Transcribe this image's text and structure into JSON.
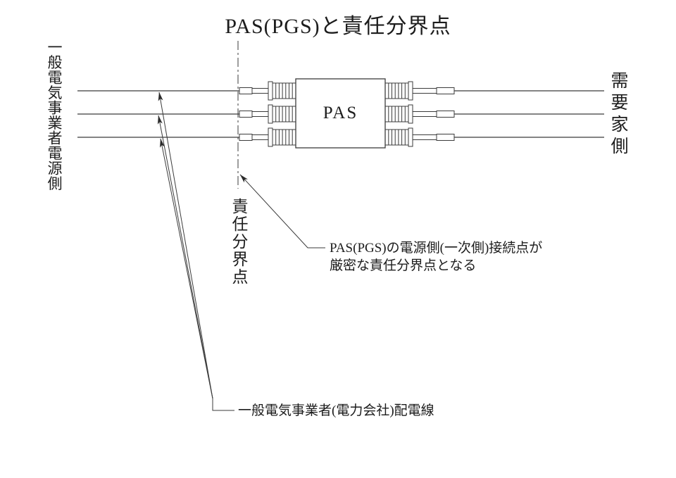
{
  "title": "PAS(PGS)と責任分界点",
  "diagram": {
    "pas_label": "PAS",
    "source_side_label": "一般電気事業者電源側",
    "consumer_side_label": "需要家側",
    "demarcation_label": "責任分界点"
  },
  "annotations": {
    "primary_note_line1": "PAS(PGS)の電源側(一次側)接続点が",
    "primary_note_line2": "厳密な責任分界点となる",
    "distribution_note": "一般電気事業者(電力会社)配電線"
  },
  "colors": {
    "line": "#3b3b3b",
    "text": "#1c1c1c",
    "background": "#ffffff"
  }
}
